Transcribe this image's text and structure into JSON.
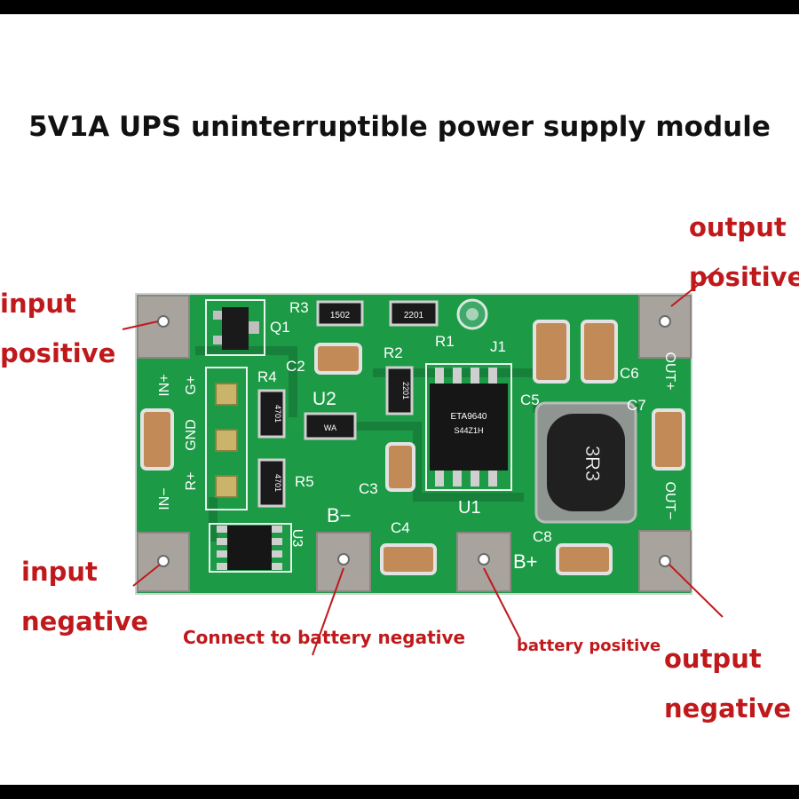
{
  "title": "5V1A UPS uninterruptible power supply module",
  "labels": {
    "input_positive": [
      "input",
      "positive"
    ],
    "input_negative": [
      "input",
      "negative"
    ],
    "output_positive": [
      "output",
      "positive"
    ],
    "output_negative": [
      "output",
      "negative"
    ],
    "battery_negative": "Connect to battery negative",
    "battery_positive": "battery positive"
  },
  "silkscreen": {
    "q1": "Q1",
    "r3": "R3",
    "r1": "R1",
    "j1": "J1",
    "r2": "R2",
    "c2": "C2",
    "r4": "R4",
    "u2": "U2",
    "c5": "C5",
    "c6": "C6",
    "c7": "C7",
    "r5": "R5",
    "c3": "C3",
    "u1": "U1",
    "c4": "C4",
    "c8": "C8",
    "u3": "U3",
    "b_minus": "B−",
    "b_plus": "B+",
    "in_plus": "IN+",
    "in_minus": "IN−",
    "g_plus": "G+",
    "gnd": "GND",
    "r_plus": "R+",
    "out_plus": "OUT+",
    "out_minus": "OUT−"
  },
  "markings": {
    "r3_code": "1502",
    "r1_code": "2201",
    "r2_code": "2201",
    "r4_code": "4701",
    "r5_code": "4701",
    "inductor": "3R3",
    "ic_line1": "ETA9640",
    "ic_line2": "S44Z1H",
    "diode": "WA"
  },
  "colors": {
    "board": "#1c9a46",
    "label": "#c0191c",
    "title": "#111111"
  }
}
